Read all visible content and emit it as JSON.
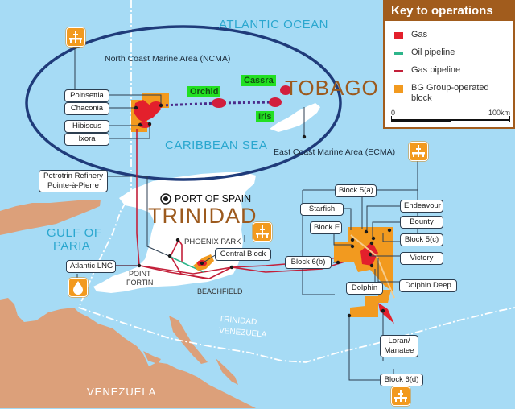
{
  "legend": {
    "title": "Key to operations",
    "items": [
      {
        "label": "Gas",
        "color": "#e3202c",
        "shape": "square"
      },
      {
        "label": "Oil pipeline",
        "color": "#2db58a",
        "shape": "line"
      },
      {
        "label": "Gas pipeline",
        "color": "#c3203a",
        "shape": "line"
      },
      {
        "label": "BG Group-operated block",
        "color": "#f29a1f",
        "shape": "square"
      }
    ],
    "scale": {
      "start": "0",
      "end": "100km"
    }
  },
  "water_labels": {
    "atlantic": "ATLANTIC OCEAN",
    "caribbean": "CARIBBEAN SEA",
    "gulf_line1": "GULF OF",
    "gulf_line2": "PARIA"
  },
  "areas": {
    "ncma": "North Coast Marine Area (NCMA)",
    "ecma": "East Coast Marine Area (ECMA)"
  },
  "islands": {
    "tobago": "TOBAGO",
    "trinidad": "TRINIDAD",
    "venezuela": "VENEZUELA"
  },
  "places": {
    "port_of_spain": "PORT OF SPAIN",
    "phoenix_park": "PHOENIX PARK",
    "point_fortin_1": "POINT",
    "point_fortin_2": "FORTIN",
    "beachfield": "BEACHFIELD",
    "border_trinidad": "TRINIDAD",
    "border_venezuela": "VENEZUELA"
  },
  "highlighted_fields": [
    "Orchid",
    "Cassra",
    "Iris"
  ],
  "ncma_fields": [
    "Poinsettia",
    "Chaconia",
    "Hibiscus",
    "Ixora"
  ],
  "facilities": {
    "petrotrin_1": "Petrotrin Refinery",
    "petrotrin_2": "Pointe-à-Pierre",
    "atlantic_lng": "Atlantic LNG",
    "central_block": "Central Block"
  },
  "ecma_fields": {
    "block_5a": "Block 5(a)",
    "starfish": "Starfish",
    "block_e": "Block E",
    "block_6b": "Block 6(b)",
    "dolphin": "Dolphin",
    "endeavour": "Endeavour",
    "bounty": "Bounty",
    "block_5c": "Block 5(c)",
    "victory": "Victory",
    "dolphin_deep": "Dolphin Deep",
    "loran_1": "Loran/",
    "loran_2": "Manatee",
    "block_6d": "Block 6(d)"
  }
}
